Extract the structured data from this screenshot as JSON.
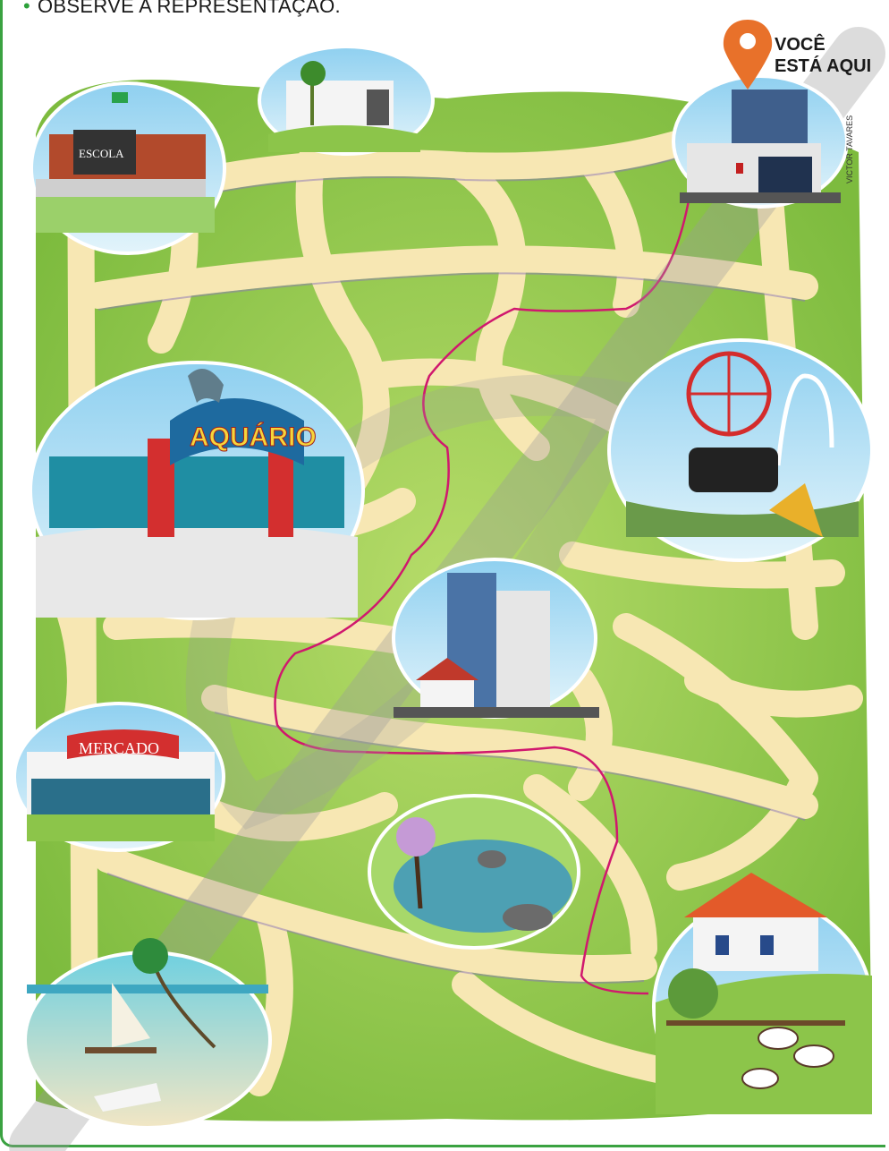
{
  "instruction": {
    "bullet": "•",
    "text": "OBSERVE A REPRESENTAÇÃO."
  },
  "marker": {
    "line1": "VOCÊ",
    "line2": "ESTÁ AQUI",
    "icon": "map-pin-icon",
    "color": "#e8712a"
  },
  "credit": "VICTOR TAVARES",
  "places": {
    "school": "ESCOLA",
    "aquarium": "AQUÁRIO",
    "market": "MERCADO"
  },
  "colors": {
    "grass": "#8cc54a",
    "road": "#f7e7b3",
    "route": "#d0186e",
    "frame": "#3aa241"
  }
}
